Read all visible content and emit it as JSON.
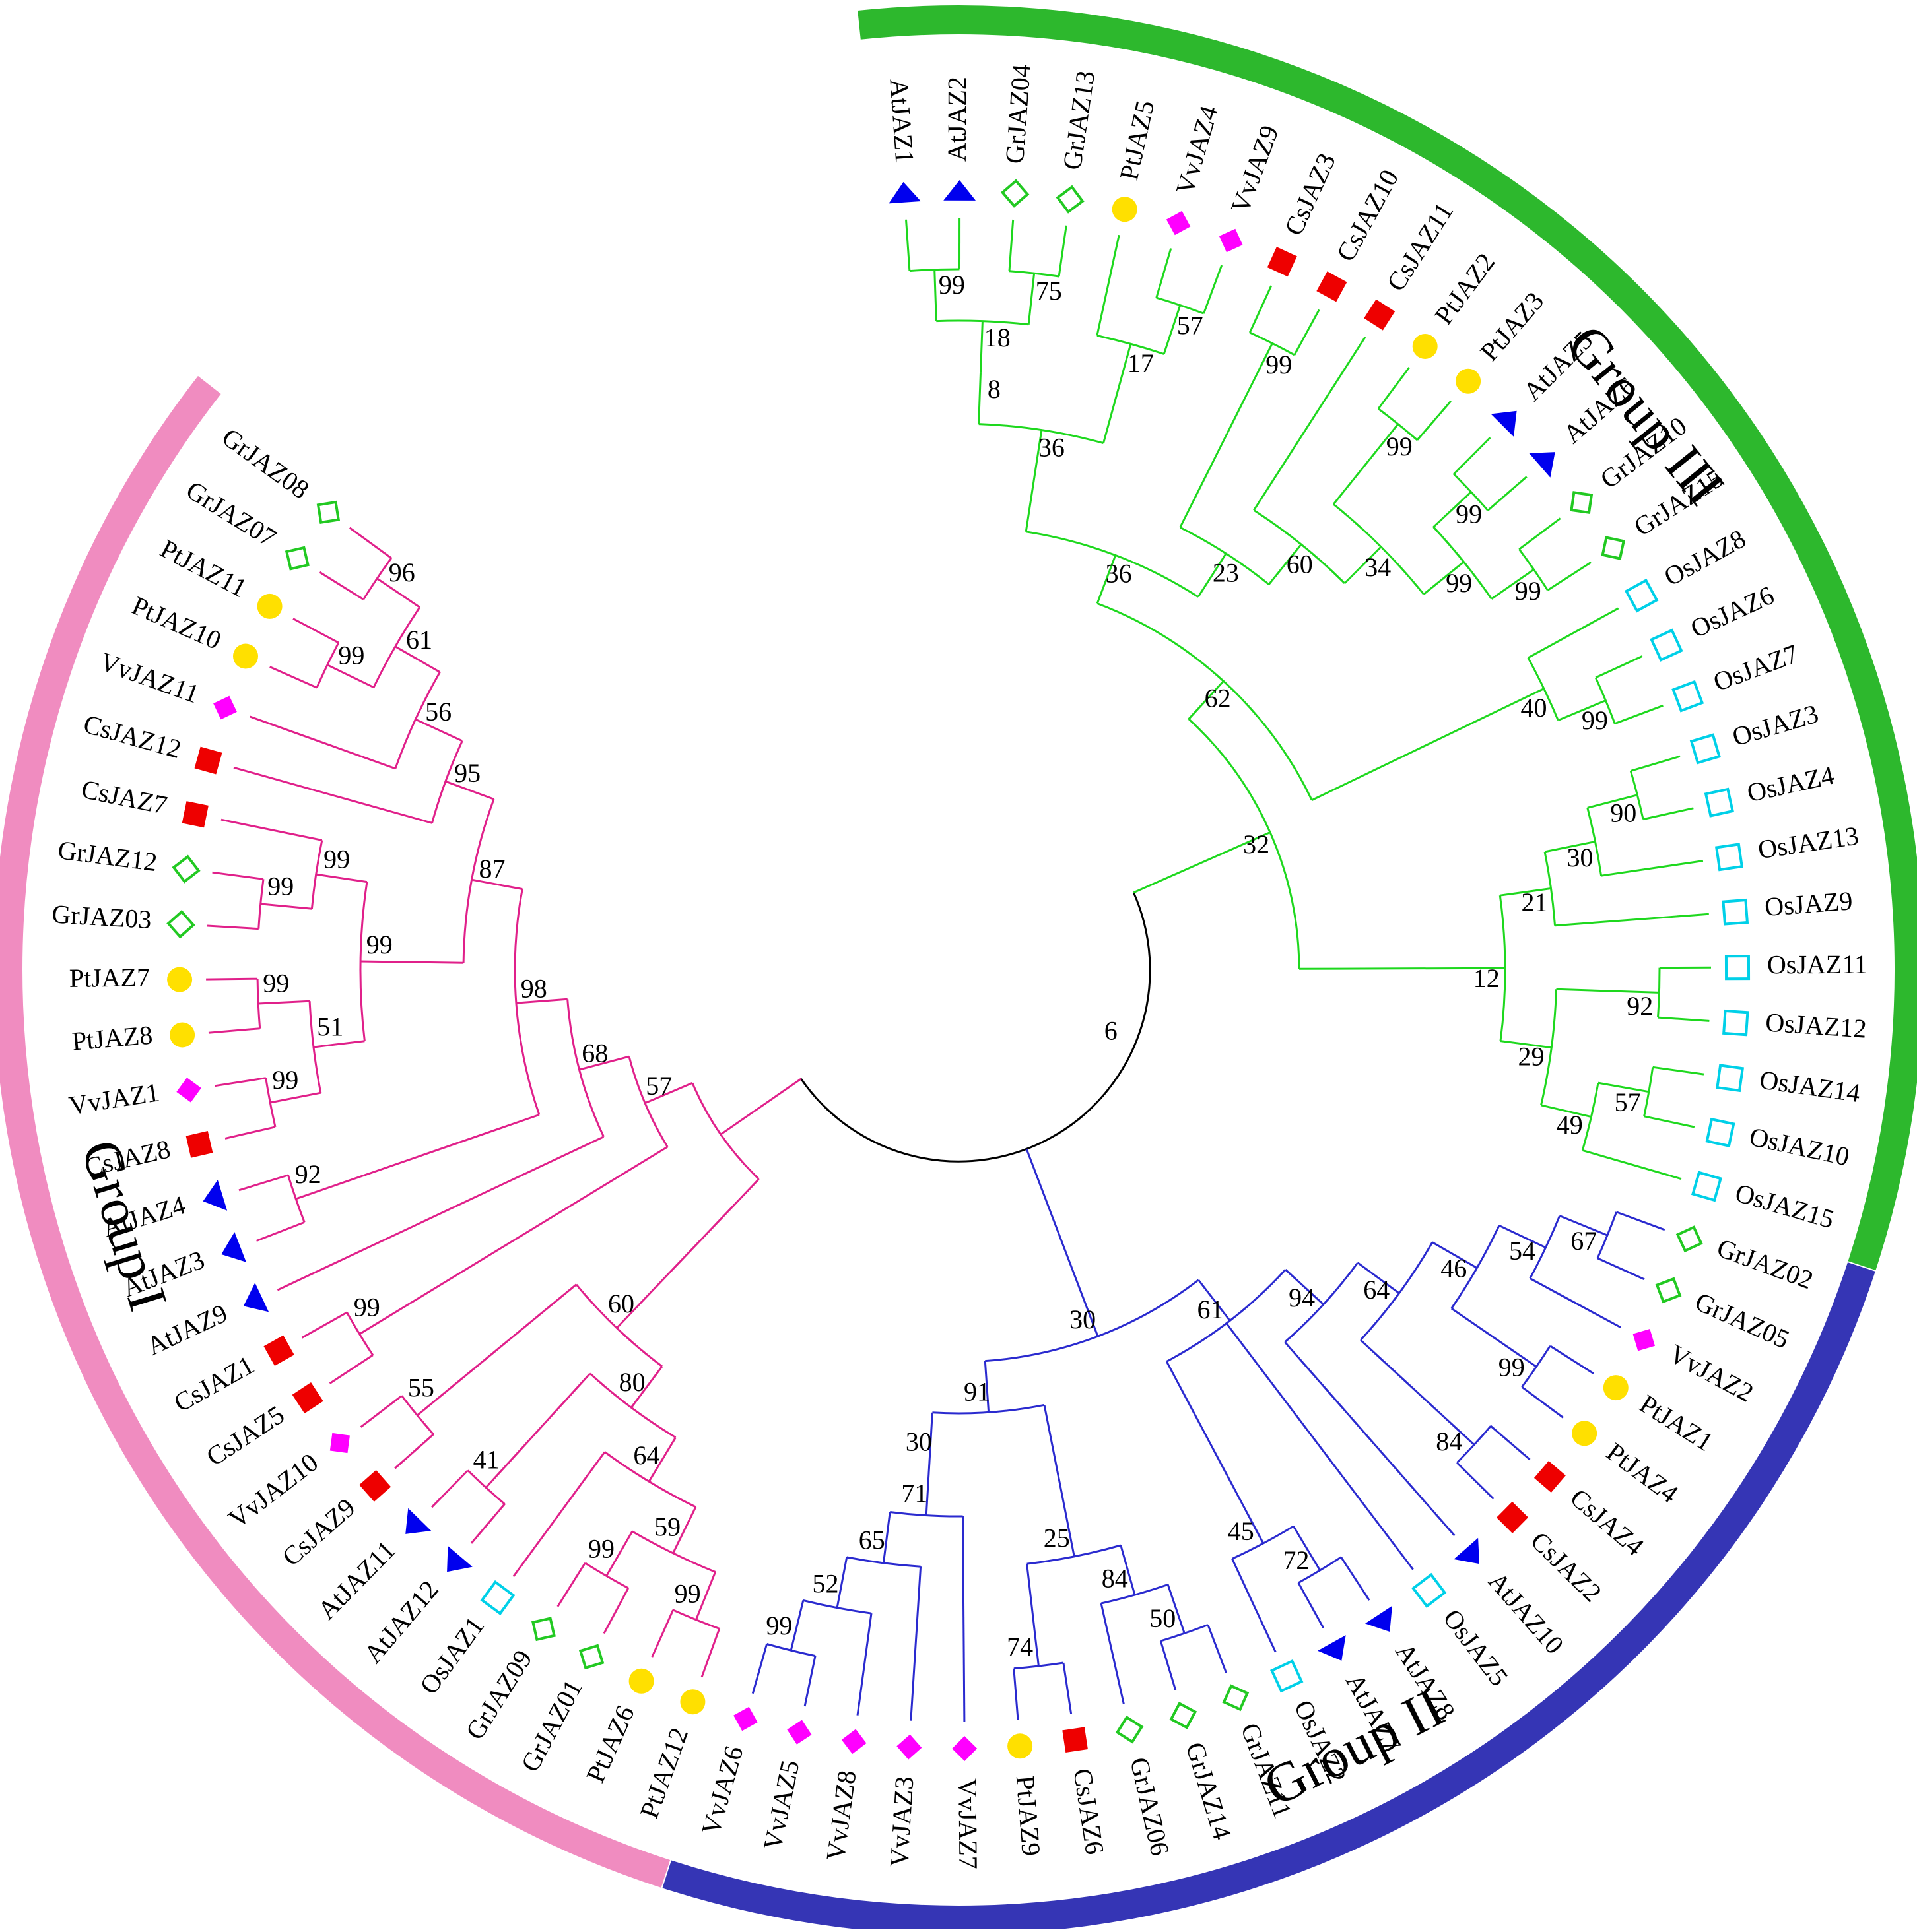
{
  "groups": [
    {
      "id": "I",
      "label": "Group I",
      "color": "#F08CC0",
      "branch_color": "#E0208A"
    },
    {
      "id": "II",
      "label": "Group II",
      "color": "#3535B5",
      "branch_color": "#2A2ACF"
    },
    {
      "id": "III",
      "label": "Group III",
      "color": "#2DB82D",
      "branch_color": "#1ED81E"
    }
  ],
  "root_color": "#000000",
  "markers": {
    "At": {
      "shape": "triangle",
      "color": "#0000EE",
      "species_icon": "blue-triangle"
    },
    "Cs": {
      "shape": "square",
      "color": "#EE0000",
      "species_icon": "red-square"
    },
    "Pt": {
      "shape": "circle",
      "color": "#FFE000",
      "species_icon": "yellow-circle"
    },
    "Vv": {
      "shape": "diamond",
      "color": "#FF00FF",
      "species_icon": "magenta-diamond"
    },
    "Gr": {
      "shape": "open-diamond",
      "color": "#22C922",
      "species_icon": "green-open-diamond"
    },
    "Os": {
      "shape": "open-square",
      "color": "#00D0E8",
      "species_icon": "cyan-open-square"
    }
  },
  "leaves": [
    "AtJAZ1",
    "AtJAZ2",
    "GrJAZ04",
    "GrJAZ13",
    "PtJAZ5",
    "VvJAZ4",
    "VvJAZ9",
    "CsJAZ3",
    "CsJAZ10",
    "CsJAZ11",
    "PtJAZ2",
    "PtJAZ3",
    "AtJAZ5",
    "AtJAZ6",
    "GrJAZ10",
    "GrJAZ15",
    "OsJAZ8",
    "OsJAZ6",
    "OsJAZ7",
    "OsJAZ3",
    "OsJAZ4",
    "OsJAZ13",
    "OsJAZ9",
    "OsJAZ11",
    "OsJAZ12",
    "OsJAZ14",
    "OsJAZ10",
    "OsJAZ15",
    "GrJAZ02",
    "GrJAZ05",
    "VvJAZ2",
    "PtJAZ1",
    "PtJAZ4",
    "CsJAZ4",
    "CsJAZ2",
    "AtJAZ10",
    "OsJAZ5",
    "AtJAZ8",
    "AtJAZ7",
    "OsJAZ2",
    "GrJAZ11",
    "GrJAZ14",
    "GrJAZ06",
    "CsJAZ6",
    "PtJAZ9",
    "VvJAZ7",
    "VvJAZ3",
    "VvJAZ8",
    "VvJAZ5",
    "VvJAZ6",
    "PtJAZ12",
    "PtJAZ6",
    "GrJAZ01",
    "GrJAZ09",
    "OsJAZ1",
    "AtJAZ12",
    "AtJAZ11",
    "CsJAZ9",
    "VvJAZ10",
    "CsJAZ5",
    "CsJAZ1",
    "AtJAZ9",
    "AtJAZ3",
    "AtJAZ4",
    "CsJAZ8",
    "VvJAZ1",
    "PtJAZ8",
    "PtJAZ7",
    "GrJAZ03",
    "GrJAZ12",
    "CsJAZ7",
    "CsJAZ12",
    "VvJAZ11",
    "PtJAZ10",
    "PtJAZ11",
    "GrJAZ07",
    "GrJAZ08"
  ],
  "tree": {
    "root_bootstrap": "6",
    "groups": {
      "III": {
        "n": "32",
        "c": [
          {
            "n": "62",
            "c": [
              {
                "n": "36",
                "c": [
                  {
                    "n": "36",
                    "c": [
                      {
                        "n": "8",
                        "c": [
                          {
                            "n": "18",
                            "c": [
                              {
                                "n": "99",
                                "c": [
                                  "AtJAZ1",
                                  "AtJAZ2"
                                ]
                              },
                              {
                                "n": "75",
                                "c": [
                                  "GrJAZ04",
                                  "GrJAZ13"
                                ]
                              }
                            ]
                          }
                        ]
                      },
                      {
                        "n": "17",
                        "c": [
                          "PtJAZ5",
                          {
                            "n": "57",
                            "c": [
                              "VvJAZ4",
                              "VvJAZ9"
                            ]
                          }
                        ]
                      }
                    ]
                  },
                  {
                    "n": "23",
                    "c": [
                      {
                        "n": "99",
                        "c": [
                          "CsJAZ3",
                          "CsJAZ10"
                        ]
                      },
                      {
                        "n": "60",
                        "c": [
                          "CsJAZ11",
                          {
                            "n": "34",
                            "c": [
                              {
                                "n": "99",
                                "c": [
                                  "PtJAZ2",
                                  "PtJAZ3"
                                ]
                              },
                              {
                                "n": "99",
                                "c": [
                                  {
                                    "n": "99",
                                    "c": [
                                      "AtJAZ5",
                                      "AtJAZ6"
                                    ]
                                  },
                                  {
                                    "n": "99",
                                    "c": [
                                      "GrJAZ10",
                                      "GrJAZ15"
                                    ]
                                  }
                                ]
                              }
                            ]
                          }
                        ]
                      }
                    ]
                  }
                ]
              },
              {
                "n": "40",
                "c": [
                  "OsJAZ8",
                  {
                    "n": "99",
                    "c": [
                      "OsJAZ6",
                      "OsJAZ7"
                    ]
                  }
                ]
              }
            ]
          },
          {
            "n": "12",
            "c": [
              {
                "n": "21",
                "c": [
                  {
                    "n": "30",
                    "c": [
                      {
                        "n": "90",
                        "c": [
                          "OsJAZ3",
                          "OsJAZ4"
                        ]
                      },
                      "OsJAZ13"
                    ]
                  },
                  "OsJAZ9"
                ]
              },
              {
                "n": "29",
                "c": [
                  {
                    "n": "92",
                    "c": [
                      "OsJAZ11",
                      "OsJAZ12"
                    ]
                  },
                  {
                    "n": "49",
                    "c": [
                      {
                        "n": "57",
                        "c": [
                          "OsJAZ14",
                          "OsJAZ10"
                        ]
                      },
                      "OsJAZ15"
                    ]
                  }
                ]
              }
            ]
          }
        ]
      },
      "II": {
        "n": "30",
        "c": [
          {
            "n": "61",
            "c": [
              {
                "n": "94",
                "c": [
                  {
                    "n": "64",
                    "c": [
                      {
                        "n": "46",
                        "c": [
                          {
                            "n": "54",
                            "c": [
                              {
                                "n": "67",
                                "c": [
                                  "GrJAZ02",
                                  "GrJAZ05"
                                ]
                              },
                              "VvJAZ2"
                            ]
                          },
                          {
                            "n": "99",
                            "c": [
                              "PtJAZ1",
                              "PtJAZ4"
                            ]
                          }
                        ]
                      },
                      {
                        "n": "84",
                        "c": [
                          "CsJAZ4",
                          "CsJAZ2"
                        ]
                      }
                    ]
                  },
                  "AtJAZ10"
                ]
              },
              "OsJAZ5",
              {
                "n": "45",
                "c": [
                  {
                    "n": "72",
                    "c": [
                      "AtJAZ8",
                      "AtJAZ7"
                    ]
                  },
                  "OsJAZ2"
                ]
              }
            ]
          },
          {
            "n": "91",
            "c": [
              {
                "n": "25",
                "c": [
                  {
                    "n": "84",
                    "c": [
                      {
                        "n": "50",
                        "c": [
                          "GrJAZ11",
                          "GrJAZ14"
                        ]
                      },
                      "GrJAZ06"
                    ]
                  },
                  {
                    "n": "74",
                    "c": [
                      "CsJAZ6",
                      "PtJAZ9"
                    ]
                  }
                ]
              },
              {
                "n": "30",
                "c": [
                  {
                    "n": "71",
                    "c": [
                      "VvJAZ7",
                      {
                        "n": "65",
                        "c": [
                          "VvJAZ3",
                          {
                            "n": "52",
                            "c": [
                              "VvJAZ8",
                              {
                                "n": "99",
                                "c": [
                                  "VvJAZ5",
                                  "VvJAZ6"
                                ]
                              }
                            ]
                          }
                        ]
                      }
                    ]
                  }
                ]
              }
            ]
          }
        ]
      },
      "I": {
        "n": "",
        "c": [
          {
            "n": "60",
            "c": [
              {
                "n": "80",
                "c": [
                  {
                    "n": "64",
                    "c": [
                      {
                        "n": "59",
                        "c": [
                          {
                            "n": "99",
                            "c": [
                              "PtJAZ12",
                              "PtJAZ6"
                            ]
                          },
                          {
                            "n": "99",
                            "c": [
                              "GrJAZ01",
                              "GrJAZ09"
                            ]
                          }
                        ]
                      },
                      "OsJAZ1"
                    ]
                  },
                  {
                    "n": "41",
                    "c": [
                      "AtJAZ12",
                      "AtJAZ11"
                    ]
                  }
                ]
              },
              {
                "n": "55",
                "c": [
                  "CsJAZ9",
                  "VvJAZ10"
                ]
              }
            ]
          },
          {
            "n": "57",
            "c": [
              {
                "n": "99",
                "c": [
                  "CsJAZ5",
                  "CsJAZ1"
                ]
              },
              {
                "n": "68",
                "c": [
                  "AtJAZ9",
                  {
                    "n": "98",
                    "c": [
                      {
                        "n": "92",
                        "c": [
                          "AtJAZ3",
                          "AtJAZ4"
                        ]
                      },
                      {
                        "n": "87",
                        "c": [
                          {
                            "n": "99",
                            "c": [
                              {
                                "n": "51",
                                "c": [
                                  {
                                    "n": "99",
                                    "c": [
                                      "CsJAZ8",
                                      "VvJAZ1"
                                    ]
                                  },
                                  {
                                    "n": "99",
                                    "c": [
                                      "PtJAZ8",
                                      "PtJAZ7"
                                    ]
                                  }
                                ]
                              },
                              {
                                "n": "99",
                                "c": [
                                  {
                                    "n": "99",
                                    "c": [
                                      "GrJAZ03",
                                      "GrJAZ12"
                                    ]
                                  },
                                  "CsJAZ7"
                                ]
                              }
                            ]
                          },
                          {
                            "n": "95",
                            "c": [
                              "CsJAZ12",
                              {
                                "n": "56",
                                "c": [
                                  "VvJAZ11",
                                  {
                                    "n": "61",
                                    "c": [
                                      {
                                        "n": "99",
                                        "c": [
                                          "PtJAZ10",
                                          "PtJAZ11"
                                        ]
                                      },
                                      {
                                        "n": "96",
                                        "c": [
                                          "GrJAZ07",
                                          "GrJAZ08"
                                        ]
                                      }
                                    ]
                                  }
                                ]
                              }
                            ]
                          }
                        ]
                      }
                    ]
                  }
                ]
              }
            ]
          }
        ]
      }
    }
  }
}
